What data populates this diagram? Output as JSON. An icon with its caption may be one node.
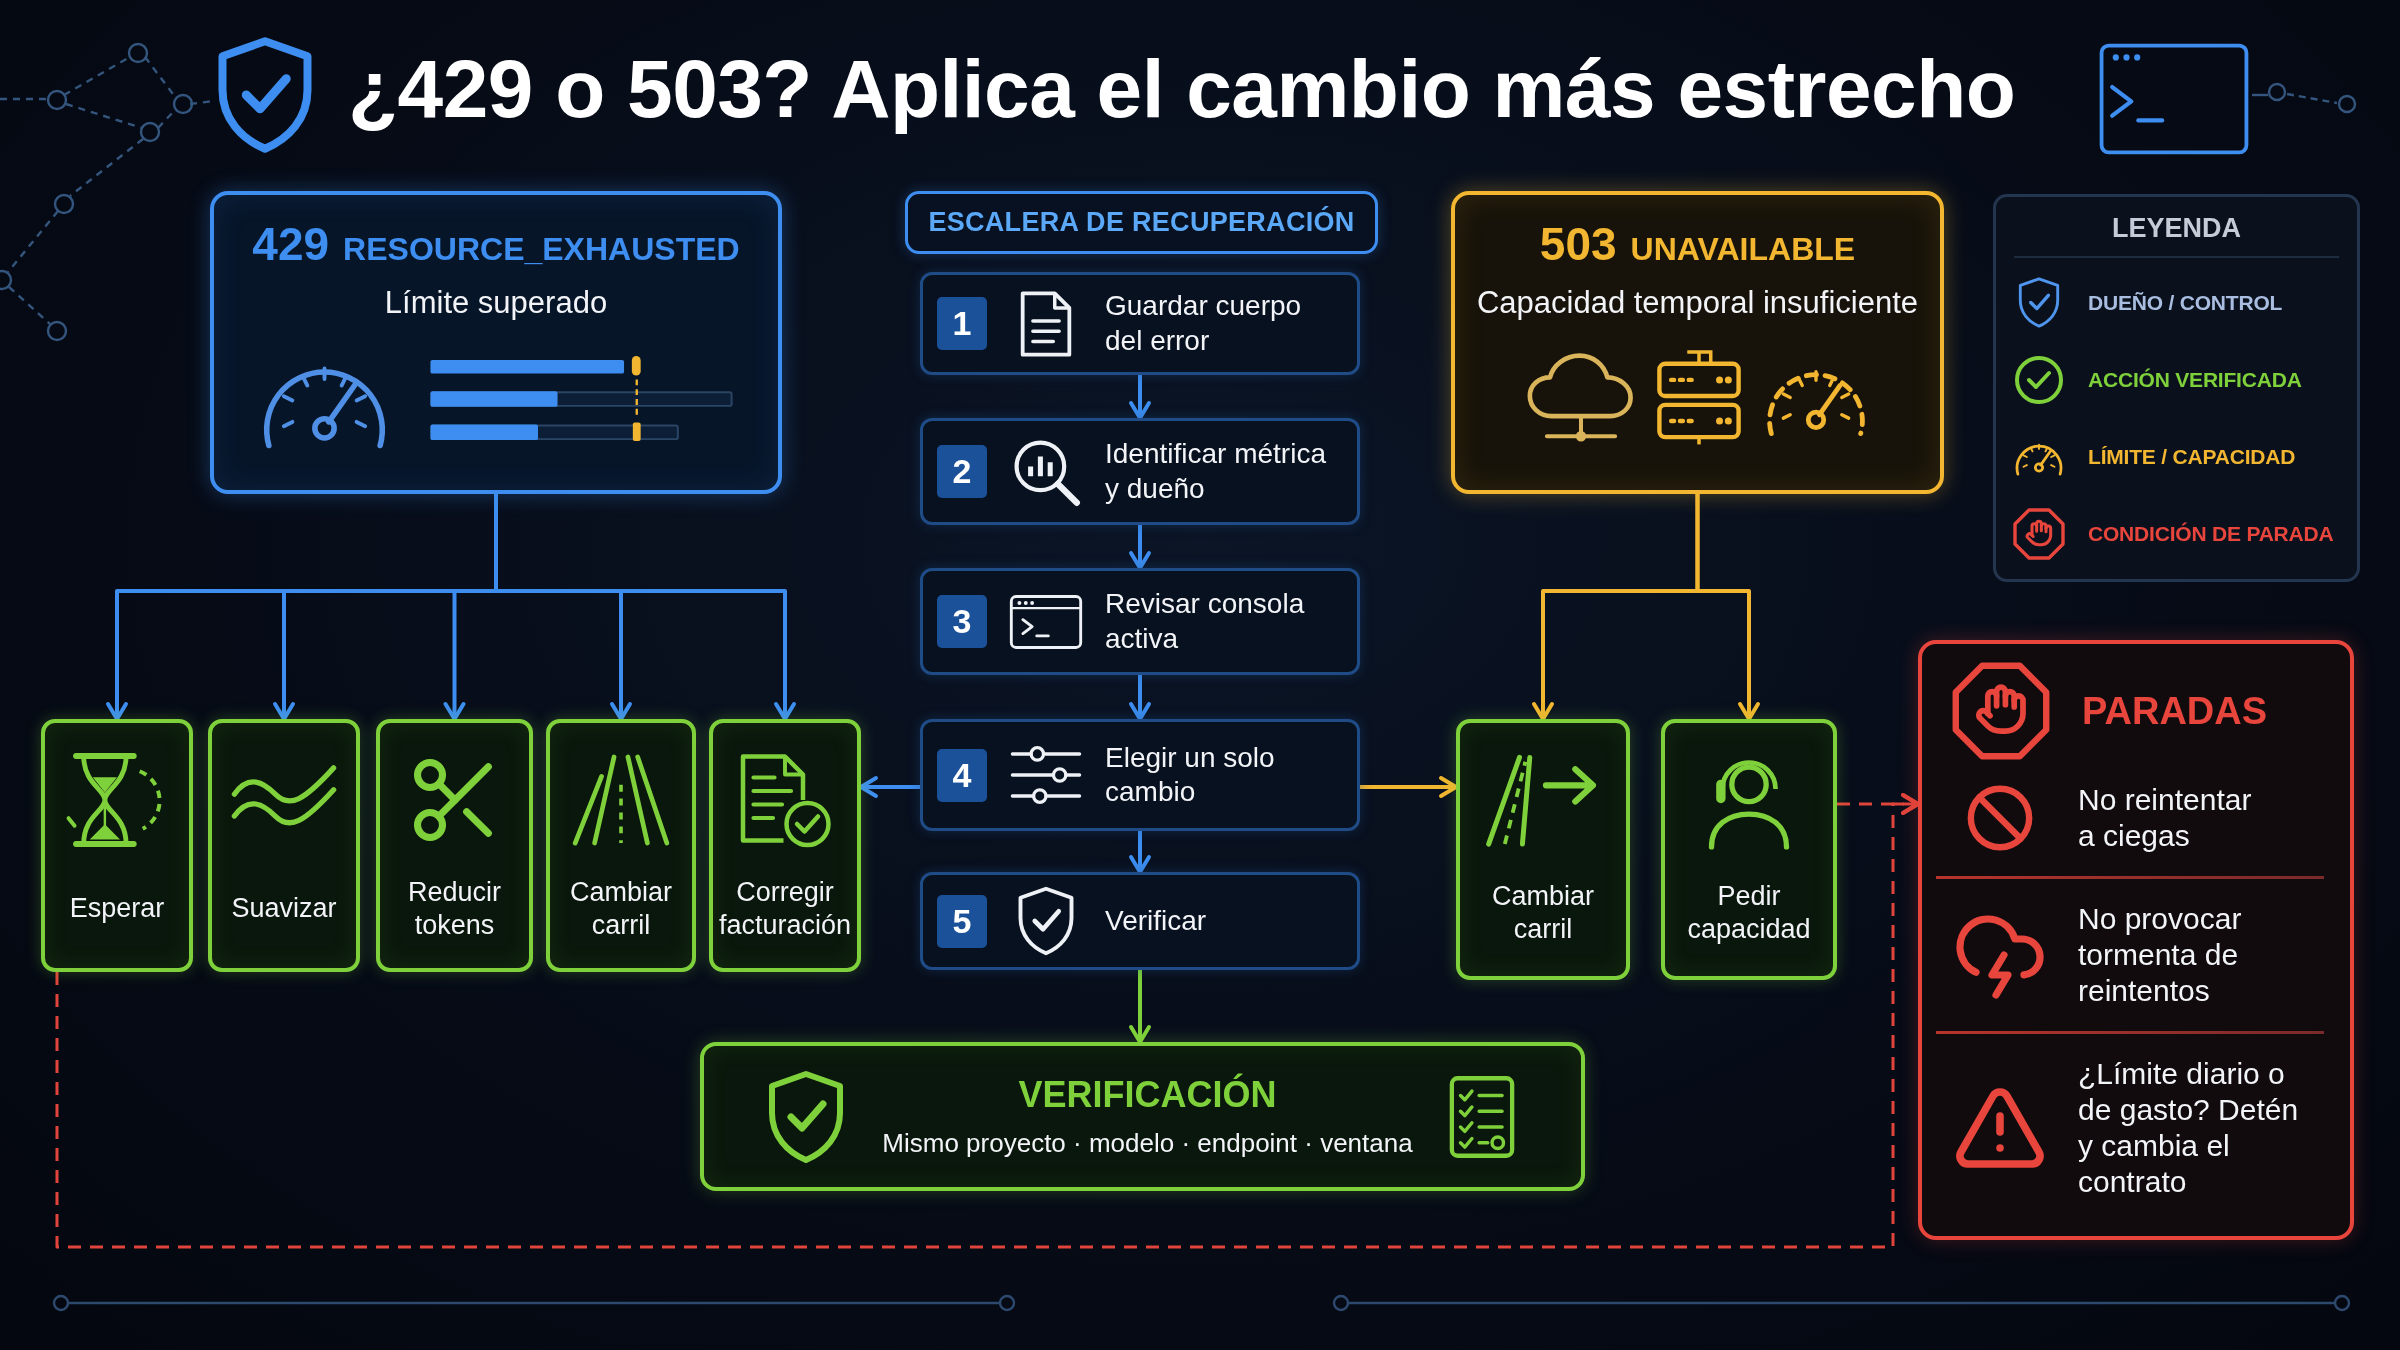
{
  "diagram": {
    "title": "¿429 o 503? Aplica el cambio más estrecho",
    "nodes": [
      {
        "text": [
          "429",
          "RESOURCE_EXHAUSTED",
          "Límite superado"
        ]
      },
      {
        "text": [
          "ESCALERA DE RECUPERACIÓN"
        ]
      },
      {
        "text": [
          "503",
          "UNAVAILABLE",
          "Capacidad temporal insuficiente"
        ]
      },
      {
        "text": [
          "1",
          "Guardar cuerpo del error"
        ]
      },
      {
        "text": [
          "2",
          "Identificar métrica y dueño"
        ]
      },
      {
        "text": [
          "3",
          "Revisar consola activa"
        ]
      },
      {
        "text": [
          "4",
          "Elegir un solo cambio"
        ]
      },
      {
        "text": [
          "5",
          "Verificar"
        ]
      },
      {
        "text": [
          "Esperar"
        ]
      },
      {
        "text": [
          "Suavizar"
        ]
      },
      {
        "text": [
          "Reducir tokens"
        ]
      },
      {
        "text": [
          "Cambiar carril"
        ]
      },
      {
        "text": [
          "Corregir facturación"
        ]
      },
      {
        "text": [
          "Cambiar carril"
        ]
      },
      {
        "text": [
          "Pedir capacidad"
        ]
      },
      {
        "text": [
          "PARADAS",
          "No reintentar a ciegas",
          "No provocar tormenta de reintentos",
          "¿Límite diario o de gasto? Detén y cambia el contrato"
        ]
      },
      {
        "text": [
          "VERIFICACIÓN",
          "Mismo proyecto · modelo · endpoint · ventana"
        ]
      }
    ],
    "edges": [
      {
        "from": 0,
        "to": 8,
        "arrow": "to"
      },
      {
        "from": 0,
        "to": 9,
        "arrow": "to"
      },
      {
        "from": 0,
        "to": 10,
        "arrow": "to"
      },
      {
        "from": 0,
        "to": 11,
        "arrow": "to"
      },
      {
        "from": 0,
        "to": 12,
        "arrow": "to"
      },
      {
        "from": 2,
        "to": 13,
        "arrow": "to",
        "color": "#f2b630"
      },
      {
        "from": 2,
        "to": 14,
        "arrow": "to",
        "color": "#f2b630"
      },
      {
        "from": 3,
        "to": 4,
        "arrow": "to"
      },
      {
        "from": 4,
        "to": 5,
        "arrow": "to"
      },
      {
        "from": 5,
        "to": 6,
        "arrow": "to"
      },
      {
        "from": 6,
        "to": 7,
        "arrow": "to"
      },
      {
        "from": 6,
        "to": 12,
        "arrow": "to"
      },
      {
        "from": 6,
        "to": 13,
        "arrow": "to",
        "color": "#f2b630"
      },
      {
        "from": 7,
        "to": 16,
        "arrow": "to",
        "color": "#7fd13b"
      },
      {
        "from": 14,
        "to": 15,
        "arrow": "to",
        "style": "dashed",
        "color": "#e0443a"
      },
      {
        "from": 8,
        "to": 15,
        "arrow": "to",
        "style": "dashed",
        "color": "#e0443a"
      }
    ],
    "labels": [
      "LEYENDA"
    ],
    "legend": [
      {
        "text": "DUEÑO / CONTROL"
      },
      {
        "text": "ACCIÓN VERIFICADA"
      },
      {
        "text": "LÍMITE / CAPACIDAD"
      },
      {
        "text": "CONDICIÓN DE PARADA"
      }
    ]
  }
}
